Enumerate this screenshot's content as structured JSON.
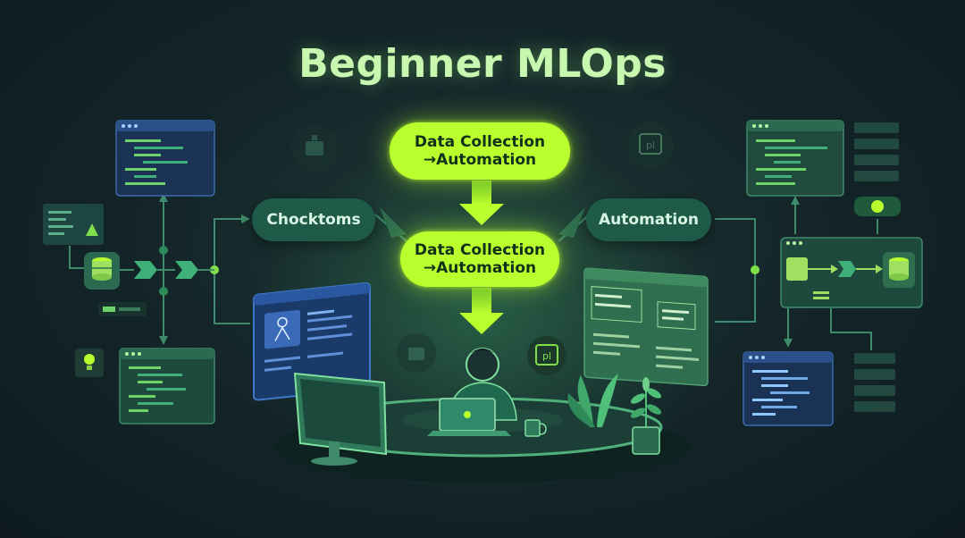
{
  "title": "Beginner MLOps",
  "nodes": {
    "top_step": "Data Collection\n→Automation",
    "middle_step": "Data Collection\n→Automation",
    "left_step": "Chocktoms",
    "right_step": "Automation"
  },
  "colors": {
    "accent": "#b9ff2e",
    "dark_node": "#1f5a48",
    "background": "#14262a",
    "window_blue": "#1d3d6e",
    "window_green": "#2f6e4e"
  },
  "icons": [
    "database-icon",
    "chevron-arrow-icon",
    "code-window-icon",
    "user-card-icon",
    "laptop-icon",
    "plant-icon",
    "lightbulb-icon",
    "flask-icon",
    "robot-icon"
  ]
}
